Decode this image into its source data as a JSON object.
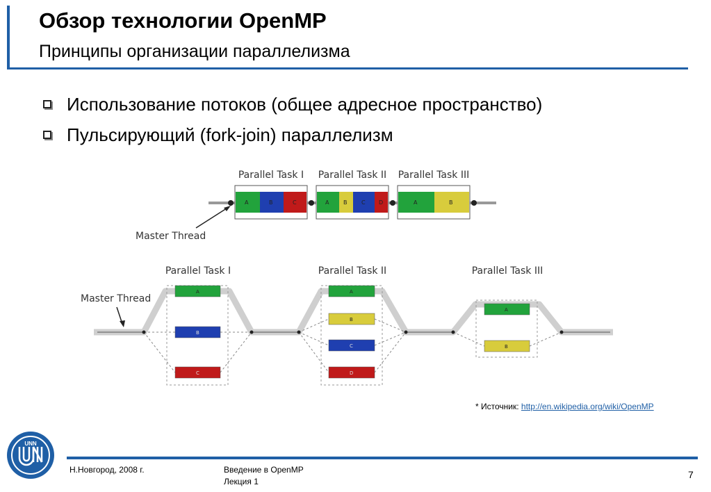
{
  "header": {
    "title": "Обзор технологии OpenMP",
    "subtitle": "Принципы организации параллелизма"
  },
  "bullets": [
    "Использование потоков (общее адресное пространство)",
    "Пульсирующий (fork-join) параллелизм"
  ],
  "diagram": {
    "top_tasks": [
      "Parallel Task I",
      "Parallel Task II",
      "Parallel Task III"
    ],
    "bottom_tasks": [
      "Parallel Task I",
      "Parallel Task II",
      "Parallel Task III"
    ],
    "master_label": "Master Thread",
    "letters": [
      "A",
      "B",
      "C",
      "D"
    ],
    "colors": {
      "A": "#22a33c",
      "B": "#1f3fb0",
      "C": "#c01a1a",
      "D": "#c01a1a",
      "yellow": "#d8cc3c"
    }
  },
  "source": {
    "prefix": "* Источник: ",
    "url": "http://en.wikipedia.org/wiki/OpenMP"
  },
  "footer": {
    "location": "Н.Новгород, 2008 г.",
    "course_line1": "Введение в OpenMP",
    "course_line2": "Лекция 1",
    "page_number": "7"
  },
  "logo": {
    "text": "UNN"
  }
}
